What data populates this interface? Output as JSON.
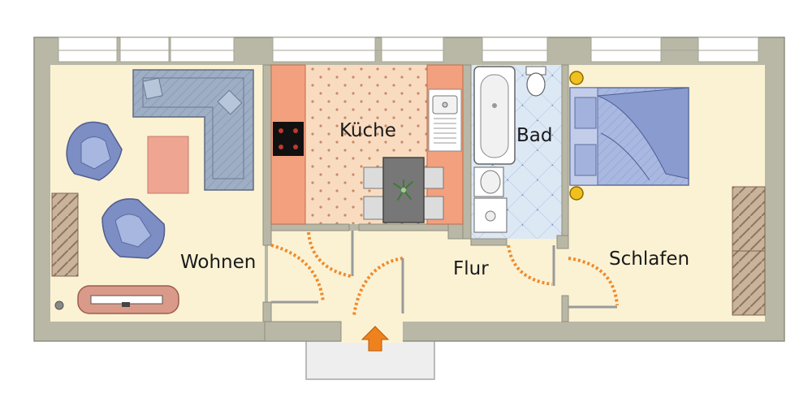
{
  "rooms": {
    "wohnen": "Wohnen",
    "kueche": "Küche",
    "bad": "Bad",
    "flur": "Flur",
    "schlafen": "Schlafen"
  },
  "colors": {
    "wall": "#b9b7a6",
    "wall_dark": "#8f8d7d",
    "floor": "#fbf2d4",
    "kitchen_floor": "#f9dcc0",
    "kitchen_counter": "#f3a07e",
    "bath_floor": "#d9e6f4",
    "sofa": "#7f8fa8",
    "bed": "#8fa2d2",
    "door_swing": "#f08a2a",
    "entry_arrow": "#f0821e",
    "rug": "#e8a58a",
    "cabinet": "#b39a80"
  },
  "icons": [
    "entry-arrow-icon",
    "plant-icon",
    "lamp-icon"
  ]
}
